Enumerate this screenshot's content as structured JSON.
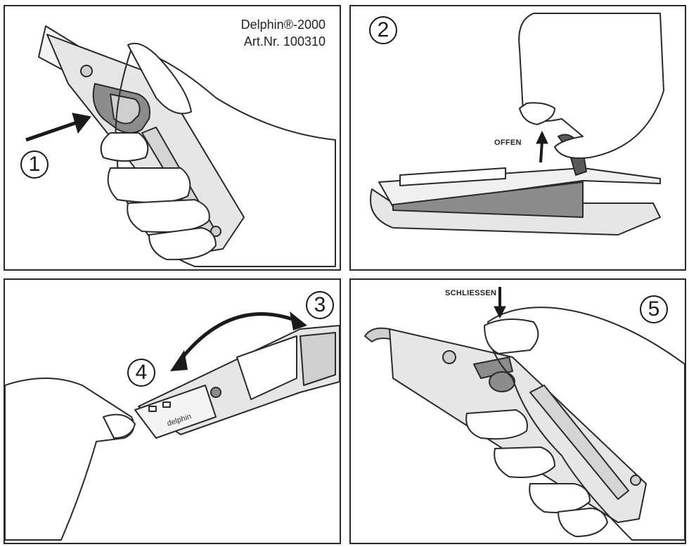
{
  "product": {
    "name": "Delphin®-2000",
    "article": "Art.Nr. 100310"
  },
  "steps": {
    "s1": "1",
    "s2": "2",
    "s3": "3",
    "s4": "4",
    "s5": "5"
  },
  "labels": {
    "open": "OFFEN",
    "close": "SCHLIESSEN",
    "blade_brand": "delphin"
  },
  "colors": {
    "line": "#2a2a2a",
    "knife_body": "#e6e6e6",
    "knife_dark": "#8c8c8c",
    "latch": "#5a5a5a"
  }
}
